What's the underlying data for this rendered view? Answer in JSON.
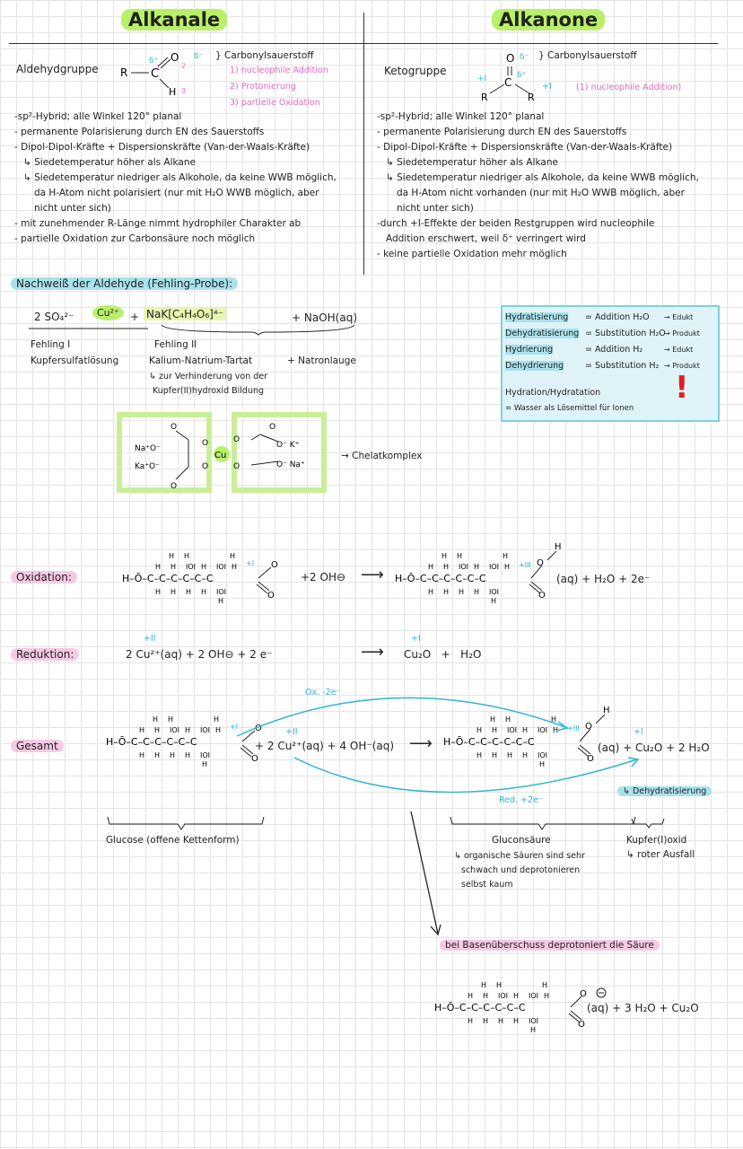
{
  "header": {
    "left_title": "Alkanale",
    "right_title": "Alkanone"
  },
  "aldehyde": {
    "group_label": "Aldehydgruppe",
    "carbonyl_o": "} Carbonylsauerstoff",
    "reactions": [
      "1) nucleophile Addition",
      "2) Protonierung",
      "3) partielle Oxidation"
    ],
    "bullets": [
      "-sp²-Hybrid; alle Winkel 120° planal",
      "- permanente Polarisierung durch EN des Sauerstoffs",
      "- Dipol-Dipol-Kräfte + Dispersionskräfte (Van-der-Waals-Kräfte)",
      "↳ Siedetemperatur höher als Alkane",
      "↳ Siedetemperatur niedriger als Alkohole, da keine WWB möglich,",
      "da H-Atom nicht polarisiert (nur mit H₂O WWB möglich, aber",
      "nicht unter sich)",
      "- mit zunehmender R-Länge nimmt hydrophiler Charakter ab",
      "- partielle Oxidation zur Carbonsäure noch möglich"
    ]
  },
  "ketone": {
    "group_label": "Ketogruppe",
    "carbonyl_o": "} Carbonylsauerstoff",
    "reaction": "(1) nucleophile Addition)",
    "bullets": [
      "-sp²-Hybrid; alle Winkel 120° planal",
      "- permanente Polarisierung durch EN des Sauerstoffs",
      "- Dipol-Dipol-Kräfte + Dispersionskräfte (Van-der-Waals-Kräfte)",
      "↳ Siedetemperatur höher als Alkane",
      "↳ Siedetemperatur niedriger als Alkohole, da keine WWB möglich,",
      "da H-Atom nicht vorhanden (nur mit H₂O WWB möglich, aber",
      "nicht unter sich)",
      "-durch +I-Effekte der beiden Restgruppen wird nucleophile",
      "Addition erschwert, weil δ⁺ verringert wird",
      "- keine partielle Oxidation mehr möglich"
    ]
  },
  "fehling": {
    "heading": "Nachweiß der Aldehyde (Fehling-Probe):",
    "formula_left": "2 SO₄²⁻",
    "cu": "Cu²⁺",
    "plus": "+",
    "tartrate": "NaK[C₄H₄O₆]⁴⁻",
    "naoh": "+ NaOH(aq)",
    "f1_title": "Fehling I",
    "f1_desc": "Kupfersulfatlösung",
    "f2_title": "Fehling II",
    "f2_desc1": "Kalium-Natrium-Tartat",
    "f2_desc2": "↳ zur Verhinderung von der",
    "f2_desc3": "Kupfer(II)hydroxid Bildung",
    "natron": "+ Natronlauge",
    "chelate": "→ Chelatkomplex"
  },
  "infobox": {
    "rows": [
      {
        "term": "Hydratisierung",
        "def": "= Addition H₂O",
        "res": "→ Edukt"
      },
      {
        "term": "Dehydratisierung",
        "def": "= Substitution H₂O",
        "res": "→ Produkt"
      },
      {
        "term": "Hydrierung",
        "def": "= Addition H₂",
        "res": "→ Edukt"
      },
      {
        "term": "Dehydrierung",
        "def": "= Substitution H₂",
        "res": "→ Produkt"
      }
    ],
    "footer1": "Hydration/Hydratation",
    "footer2": "= Wasser als Lösemittel für Ionen",
    "mark": "!"
  },
  "oxidation": {
    "label": "Oxidation:",
    "reagent": "+2 OH⊖",
    "products": "(aq) +  H₂O + 2e⁻"
  },
  "reduction": {
    "label": "Reduktion:",
    "ox_state_left": "+II",
    "left": "2 Cu²⁺(aq) + 2 OH⊖ + 2 e⁻",
    "ox_state_right": "+I",
    "right": "Cu₂O   +   H₂O"
  },
  "overall": {
    "label": "Gesamt",
    "ox_arrow": "Ox. -2e⁻",
    "red_arrow": "Red. +2e⁻",
    "reagents": "+ 2 Cu²⁺(aq) + 4 OH⁻(aq)",
    "products": "(aq) + Cu₂O + 2 H₂O",
    "dehydra": "↳ Dehydratisierung",
    "glucose": "Glucose (offene Kettenform)",
    "gluconic": "Gluconsäure",
    "gluconic_note1": "↳ organische Säuren sind sehr",
    "gluconic_note2": "schwach und deprotonieren",
    "gluconic_note3": "selbst kaum",
    "cuoxide1": "Kupfer(I)oxid",
    "cuoxide2": "↳ roter Ausfall"
  },
  "base": {
    "heading": "bei Basenüberschuss deprotoniert die Säure",
    "products": "(aq) + 3 H₂O + Cu₂O"
  }
}
